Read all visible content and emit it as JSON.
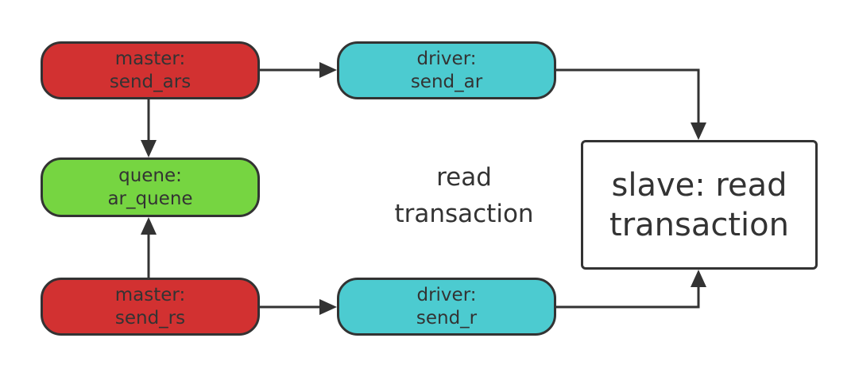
{
  "colors": {
    "master": "#d23131",
    "driver": "#4ccbd0",
    "quene": "#76d541",
    "slave": "#ffffff",
    "stroke": "#333333"
  },
  "nodes": {
    "master_ars": {
      "line1": "master:",
      "line2": "send_ars"
    },
    "quene": {
      "line1": "quene:",
      "line2": "ar_quene"
    },
    "master_rs": {
      "line1": "master:",
      "line2": "send_rs"
    },
    "driver_ar": {
      "line1": "driver:",
      "line2": "send_ar"
    },
    "driver_r": {
      "line1": "driver:",
      "line2": "send_r"
    },
    "slave": {
      "line1": "slave: read",
      "line2": "transaction"
    }
  },
  "center_label": {
    "line1": "read",
    "line2": "transaction"
  },
  "edges": [
    {
      "from": "master_ars",
      "to": "driver_ar"
    },
    {
      "from": "master_ars",
      "to": "quene"
    },
    {
      "from": "master_rs",
      "to": "quene"
    },
    {
      "from": "master_rs",
      "to": "driver_r"
    },
    {
      "from": "driver_ar",
      "to": "slave"
    },
    {
      "from": "driver_r",
      "to": "slave"
    }
  ]
}
